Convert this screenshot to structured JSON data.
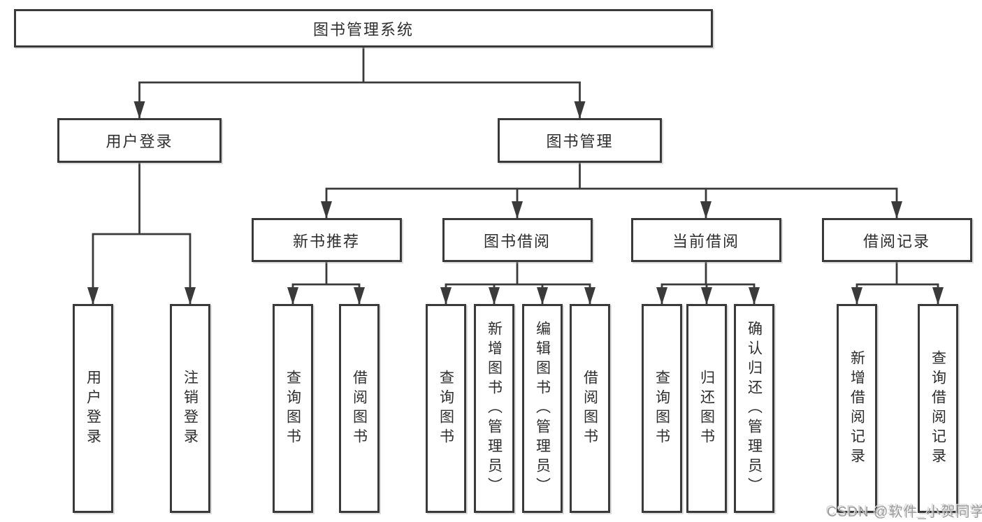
{
  "diagram_type": "functional-structure-tree",
  "colors": {
    "background": "#ffffff",
    "line": "#3a3a3a",
    "box_border": "#3a3a3a",
    "box_fill": "#ffffff",
    "text": "#2e2e2e",
    "watermark": "#9b9b9b"
  },
  "tree": {
    "root": {
      "label": "图书管理系统"
    },
    "children": [
      {
        "label": "用户登录",
        "children": [
          {
            "label": "用户登录"
          },
          {
            "label": "注销登录"
          }
        ]
      },
      {
        "label": "图书管理",
        "children": [
          {
            "label": "新书推荐",
            "children": [
              {
                "label": "查询图书"
              },
              {
                "label": "借阅图书"
              }
            ]
          },
          {
            "label": "图书借阅",
            "children": [
              {
                "label": "查询图书"
              },
              {
                "label": "新增图书（管理员）"
              },
              {
                "label": "编辑图书（管理员）"
              },
              {
                "label": "借阅图书"
              }
            ]
          },
          {
            "label": "当前借阅",
            "children": [
              {
                "label": "查询图书"
              },
              {
                "label": "归还图书"
              },
              {
                "label": "确认归还（管理员）"
              }
            ]
          },
          {
            "label": "借阅记录",
            "children": [
              {
                "label": "新增借阅记录"
              },
              {
                "label": "查询借阅记录"
              }
            ]
          }
        ]
      }
    ]
  },
  "watermark": {
    "text": "CSDN @软件_小贺同学"
  }
}
